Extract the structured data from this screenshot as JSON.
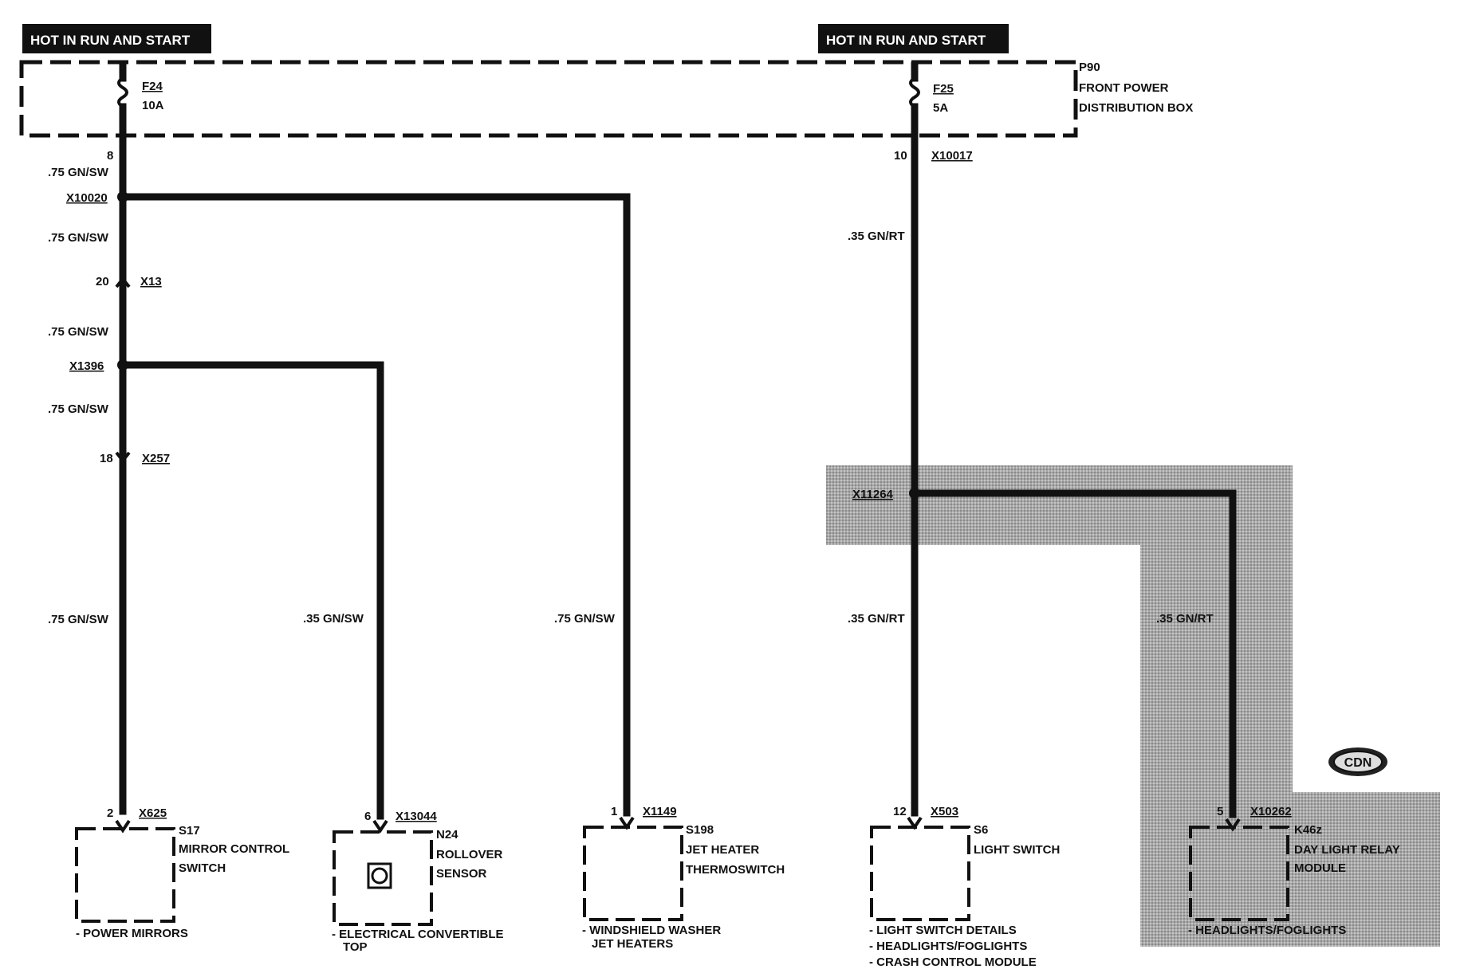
{
  "power_header_left": "HOT IN RUN AND START",
  "power_header_right": "HOT IN RUN AND START",
  "distribution_box": {
    "id": "P90",
    "name_line1": "FRONT POWER",
    "name_line2": "DISTRIBUTION BOX"
  },
  "fuses": [
    {
      "id": "F24",
      "rating": "10A",
      "pin": "8"
    },
    {
      "id": "F25",
      "rating": "5A",
      "pin": "10",
      "connector": "X10017"
    }
  ],
  "left_wire_labels": [
    ".75 GN/SW",
    ".75 GN/SW",
    ".75 GN/SW",
    ".75 GN/SW",
    ".75 GN/SW"
  ],
  "splices": {
    "x10020": "X10020",
    "x1396": "X1396",
    "x11264": "X11264"
  },
  "connectors": {
    "x13": {
      "pin": "20",
      "id": "X13"
    },
    "x257": {
      "pin": "18",
      "id": "X257"
    }
  },
  "branch_wires": {
    "rollover": ".35 GN/SW",
    "jet_heater": ".75 GN/SW",
    "light_upper": ".35 GN/RT",
    "light_lower": ".35 GN/RT",
    "relay": ".35 GN/RT"
  },
  "components": [
    {
      "pin": "2",
      "connector": "X625",
      "id": "S17",
      "line1": "MIRROR CONTROL",
      "line2": "SWITCH",
      "note1": "- POWER MIRRORS",
      "note2": ""
    },
    {
      "pin": "6",
      "connector": "X13044",
      "id": "N24",
      "line1": "ROLLOVER",
      "line2": "SENSOR",
      "note1": "- ELECTRICAL CONVERTIBLE",
      "note2": "TOP"
    },
    {
      "pin": "1",
      "connector": "X1149",
      "id": "S198",
      "line1": "JET HEATER",
      "line2": "THERMOSWITCH",
      "note1": "- WINDSHIELD WASHER",
      "note2": "JET HEATERS"
    },
    {
      "pin": "12",
      "connector": "X503",
      "id": "S6",
      "line1": "LIGHT SWITCH",
      "line2": "",
      "note1": "- LIGHT SWITCH DETAILS",
      "note2": "- HEADLIGHTS/FOGLIGHTS",
      "note3": "- CRASH CONTROL MODULE"
    },
    {
      "pin": "5",
      "connector": "X10262",
      "id": "K46z",
      "line1": "DAY LIGHT RELAY",
      "line2": "MODULE",
      "note1": "- HEADLIGHTS/FOGLIGHTS",
      "note2": ""
    }
  ],
  "market_badge": "CDN"
}
